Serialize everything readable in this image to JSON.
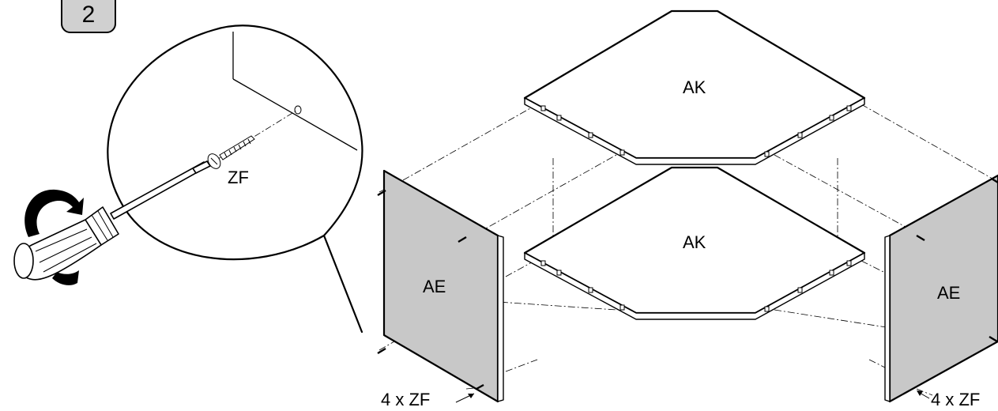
{
  "step": {
    "number": "2"
  },
  "parts": {
    "top_shelf": "AK",
    "bottom_shelf": "AK",
    "left_side": "AE",
    "right_side": "AE"
  },
  "hardware": {
    "detail_label": "ZF",
    "left_count": "4 x ZF",
    "right_count": "4 x ZF"
  },
  "colors": {
    "panel_fill": "#c8c8c8",
    "step_box_fill": "#d0d0d0",
    "line": "#000000"
  }
}
